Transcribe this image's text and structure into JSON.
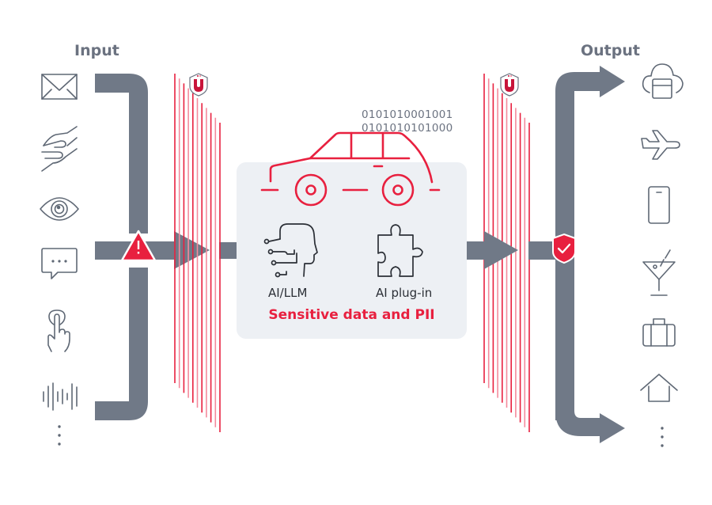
{
  "headings": {
    "input": "Input",
    "output": "Output"
  },
  "center": {
    "binary_line_1": "0101010001001",
    "binary_line_2": "0101010101000",
    "components": [
      {
        "label": "AI/LLM",
        "icon": "ai-head-icon"
      },
      {
        "label": "AI plug-in",
        "icon": "puzzle-icon"
      }
    ],
    "caption": "Sensitive data and PII"
  },
  "inputs": [
    {
      "icon": "envelope-icon"
    },
    {
      "icon": "hands-icon"
    },
    {
      "icon": "eye-icon"
    },
    {
      "icon": "chat-bubble-icon"
    },
    {
      "icon": "touch-hand-icon"
    },
    {
      "icon": "sound-wave-icon"
    },
    {
      "icon": "more-dots-icon"
    }
  ],
  "outputs": [
    {
      "icon": "cloud-app-icon"
    },
    {
      "icon": "airplane-icon"
    },
    {
      "icon": "smartphone-icon"
    },
    {
      "icon": "cocktail-icon"
    },
    {
      "icon": "suitcase-icon"
    },
    {
      "icon": "house-icon"
    },
    {
      "icon": "more-dots-icon"
    }
  ],
  "markers": {
    "input_warning": "warning-icon",
    "output_check": "shield-check-icon",
    "firewall_shield": "shield-logo-icon"
  },
  "colors": {
    "pipe": "#707987",
    "accent_red": "#e8203f",
    "light_red": "#f48a9c",
    "icon_stroke": "#5f6875",
    "panel_bg": "#edf0f4"
  }
}
